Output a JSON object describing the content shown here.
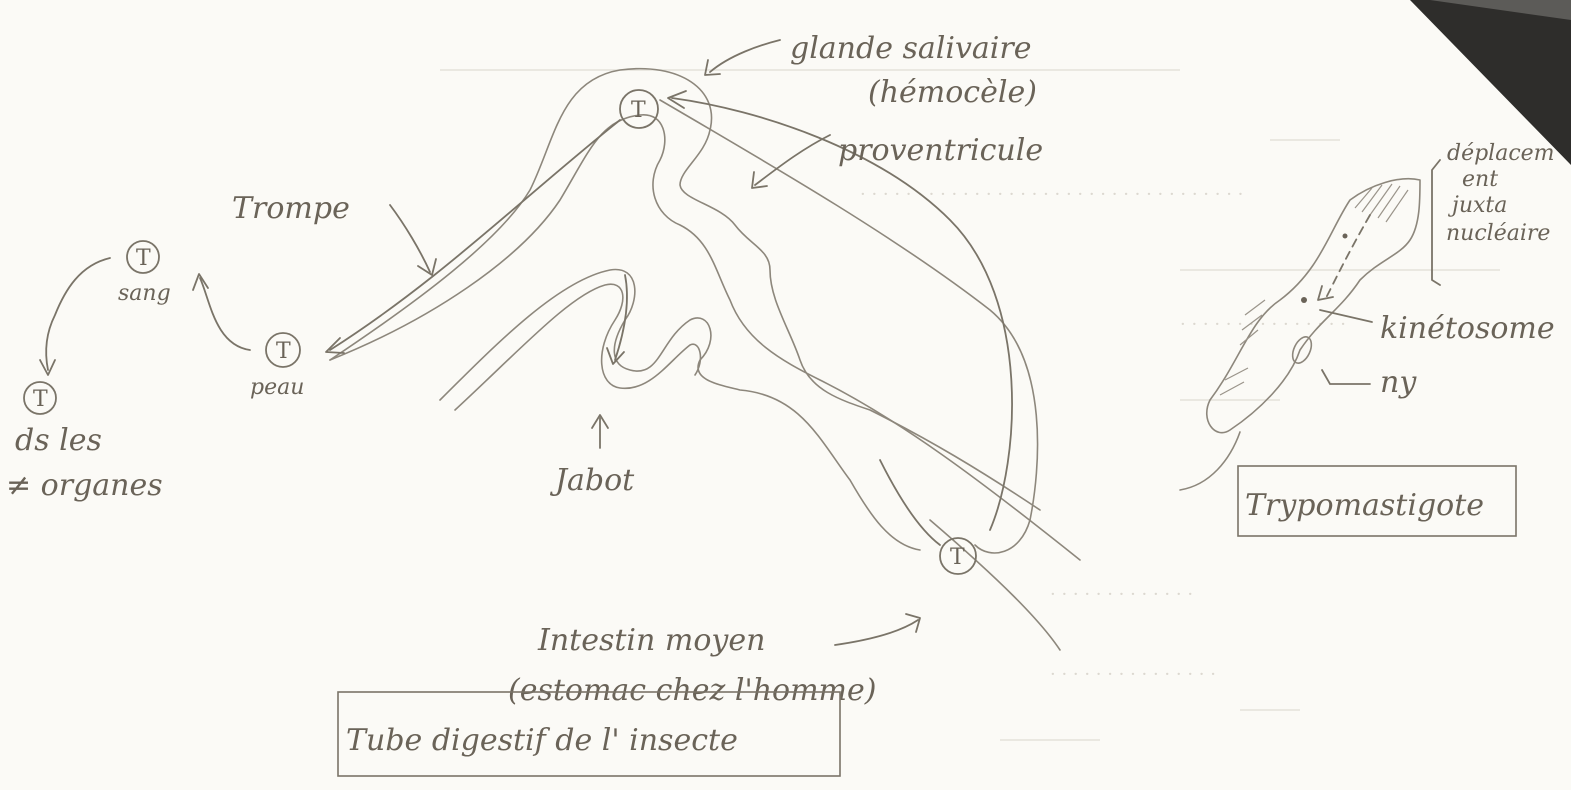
{
  "diagram": {
    "colors": {
      "paper": "#fbfaf6",
      "ink": "#7a7468",
      "page_corner": "#2a2a2a"
    },
    "parasite_marker": "T",
    "labels": {
      "salivary_gland_1": "glande salivaire",
      "salivary_gland_2": "(hémocèle)",
      "proventricle": "proventricule",
      "proboscis": "Trompe",
      "blood": "sang",
      "skin": "peau",
      "organs_1": "ds les",
      "organs_2": "≠ organes",
      "crop": "Jabot",
      "midgut_1": "Intestin moyen",
      "midgut_2": "(estomac chez l'homme)",
      "title_digestive": "Tube digestif de l' insecte",
      "displacement_1": "déplacem",
      "displacement_2": "ent",
      "displacement_3": "juxta",
      "displacement_4": "nucléaire",
      "kinetosome": "kinétosome",
      "nucleus": "ny",
      "title_trypo": "Trypomastigote"
    }
  }
}
